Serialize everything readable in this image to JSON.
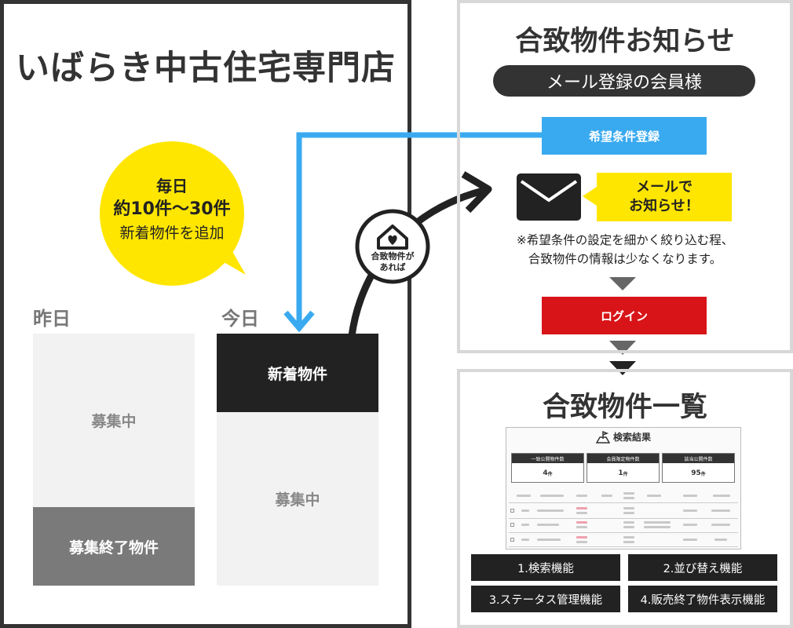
{
  "left": {
    "shop_title": "いばらき中古住宅専門店",
    "bubble": {
      "line1": "毎日",
      "line2": "約10件～30件",
      "line3": "新着物件を追加"
    },
    "yesterday": {
      "label": "昨日",
      "top": "募集中",
      "bottom": "募集終了物件"
    },
    "today": {
      "label": "今日",
      "top": "新着物件",
      "bottom": "募集中"
    },
    "badge": {
      "line1": "合致物件が",
      "line2": "あれば",
      "icon": "house-heart-icon"
    }
  },
  "notice": {
    "title": "合致物件お知らせ",
    "subtitle": "メール登録の会員様",
    "register_button": "希望条件登録",
    "mail_icon": "envelope-icon",
    "callout_line1": "メールで",
    "callout_line2": "お知らせ！",
    "note_line1": "※希望条件の設定を細かく絞り込む程、",
    "note_line2": "合致物件の情報は少なくなります。",
    "login_button": "ログイン"
  },
  "list": {
    "title": "合致物件一覧",
    "screenshot": {
      "header": "検索結果",
      "header_icon": "map-flag-icon",
      "stats": [
        {
          "label": "一致公開物件数",
          "value": "4",
          "unit": "件"
        },
        {
          "label": "会員限定物件数",
          "value": "1",
          "unit": "件"
        },
        {
          "label": "該当公開件数",
          "value": "95",
          "unit": "件"
        }
      ]
    },
    "features": [
      "1.検索機能",
      "2.並び替え機能",
      "3.ステータス管理機能",
      "4.販売終了物件表示機能"
    ]
  },
  "colors": {
    "blue_arrow": "#3aaaf0",
    "yellow": "#ffe600",
    "red": "#d81418",
    "dark": "#222222"
  }
}
